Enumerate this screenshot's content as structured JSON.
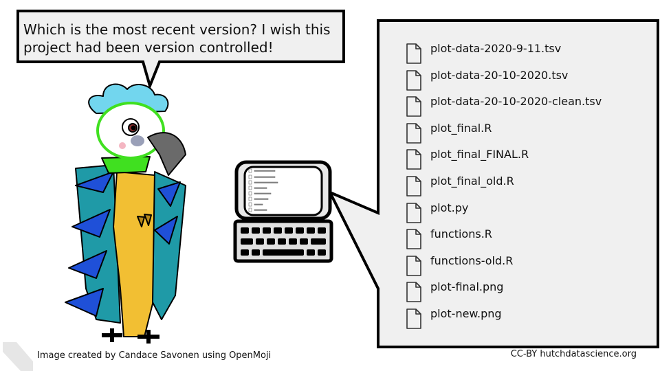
{
  "speech_bubble": {
    "text": "Which is the most recent version? I wish this project had been version controlled!"
  },
  "file_panel": {
    "files": [
      "plot-data-2020-9-11.tsv",
      "plot-data-20-10-2020.tsv",
      "plot-data-20-10-2020-clean.tsv",
      "plot_final.R",
      "plot_final_FINAL.R",
      "plot_final_old.R",
      "plot.py",
      "functions.R",
      "functions-old.R",
      "plot-final.png",
      "plot-new.png"
    ]
  },
  "footer": {
    "credit": "Image created by Candace Savonen using OpenMoji",
    "license": "CC-BY  hutchdatascience.org"
  },
  "colors": {
    "panel_fill": "#f0f0f0",
    "parrot_blue": "#1f9aa7",
    "parrot_dark_blue": "#1f50d8",
    "parrot_yellow": "#f2bf33",
    "parrot_green": "#40e020",
    "parrot_light_blue": "#72d6ee"
  }
}
